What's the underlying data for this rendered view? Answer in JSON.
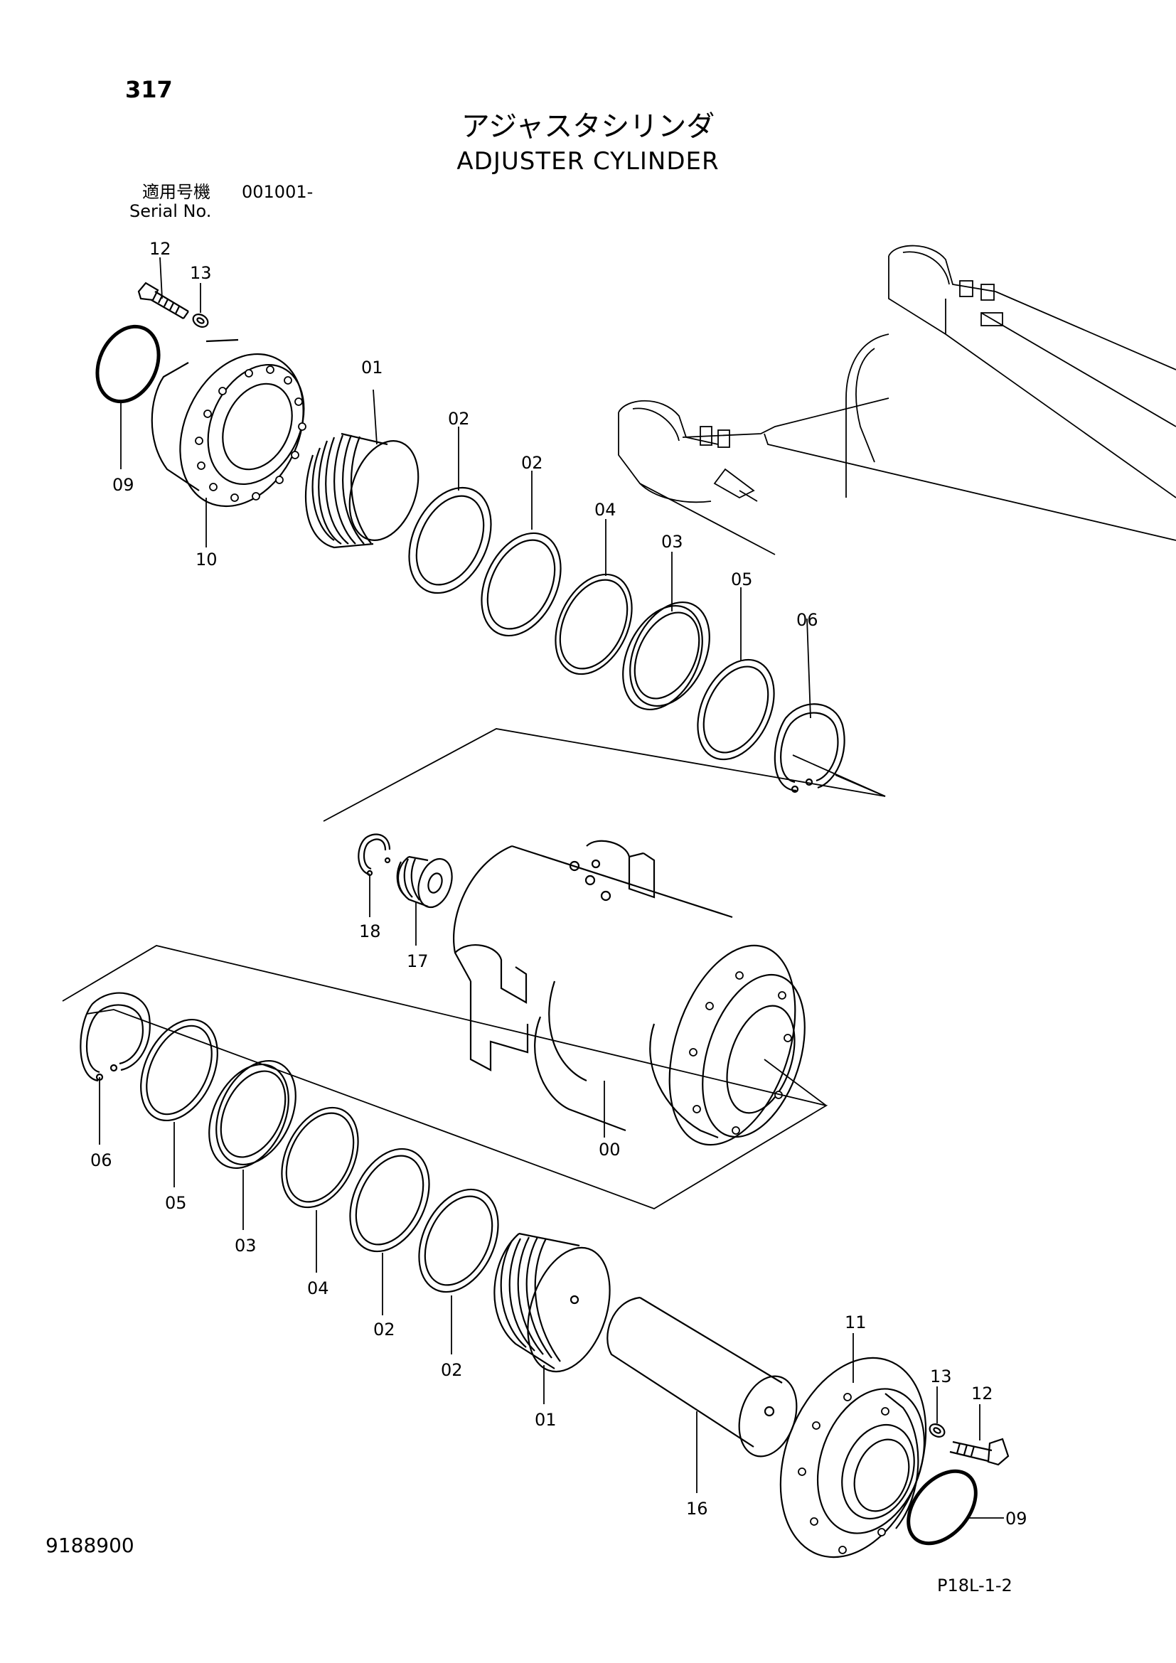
{
  "header": {
    "page_number": "317",
    "title_jp": "アジャスタシリンダ",
    "title_en": "ADJUSTER CYLINDER",
    "serial_label_jp": "適用号機",
    "serial_value": "001001-",
    "serial_label_en": "Serial No."
  },
  "footer": {
    "doc_id": "9188900",
    "page_ref": "P18L-1-2"
  },
  "callouts": [
    {
      "id": "c12a",
      "label": "12"
    },
    {
      "id": "c13a",
      "label": "13"
    },
    {
      "id": "c09a",
      "label": "09"
    },
    {
      "id": "c10",
      "label": "10"
    },
    {
      "id": "c01a",
      "label": "01"
    },
    {
      "id": "c02a",
      "label": "02"
    },
    {
      "id": "c02b",
      "label": "02"
    },
    {
      "id": "c04a",
      "label": "04"
    },
    {
      "id": "c03a",
      "label": "03"
    },
    {
      "id": "c05a",
      "label": "05"
    },
    {
      "id": "c06a",
      "label": "06"
    },
    {
      "id": "c18",
      "label": "18"
    },
    {
      "id": "c17",
      "label": "17"
    },
    {
      "id": "c00",
      "label": "00"
    },
    {
      "id": "c06b",
      "label": "06"
    },
    {
      "id": "c05b",
      "label": "05"
    },
    {
      "id": "c03b",
      "label": "03"
    },
    {
      "id": "c04b",
      "label": "04"
    },
    {
      "id": "c02c",
      "label": "02"
    },
    {
      "id": "c02d",
      "label": "02"
    },
    {
      "id": "c01b",
      "label": "01"
    },
    {
      "id": "c16",
      "label": "16"
    },
    {
      "id": "c11",
      "label": "11"
    },
    {
      "id": "c13b",
      "label": "13"
    },
    {
      "id": "c12b",
      "label": "12"
    },
    {
      "id": "c09b",
      "label": "09"
    }
  ]
}
